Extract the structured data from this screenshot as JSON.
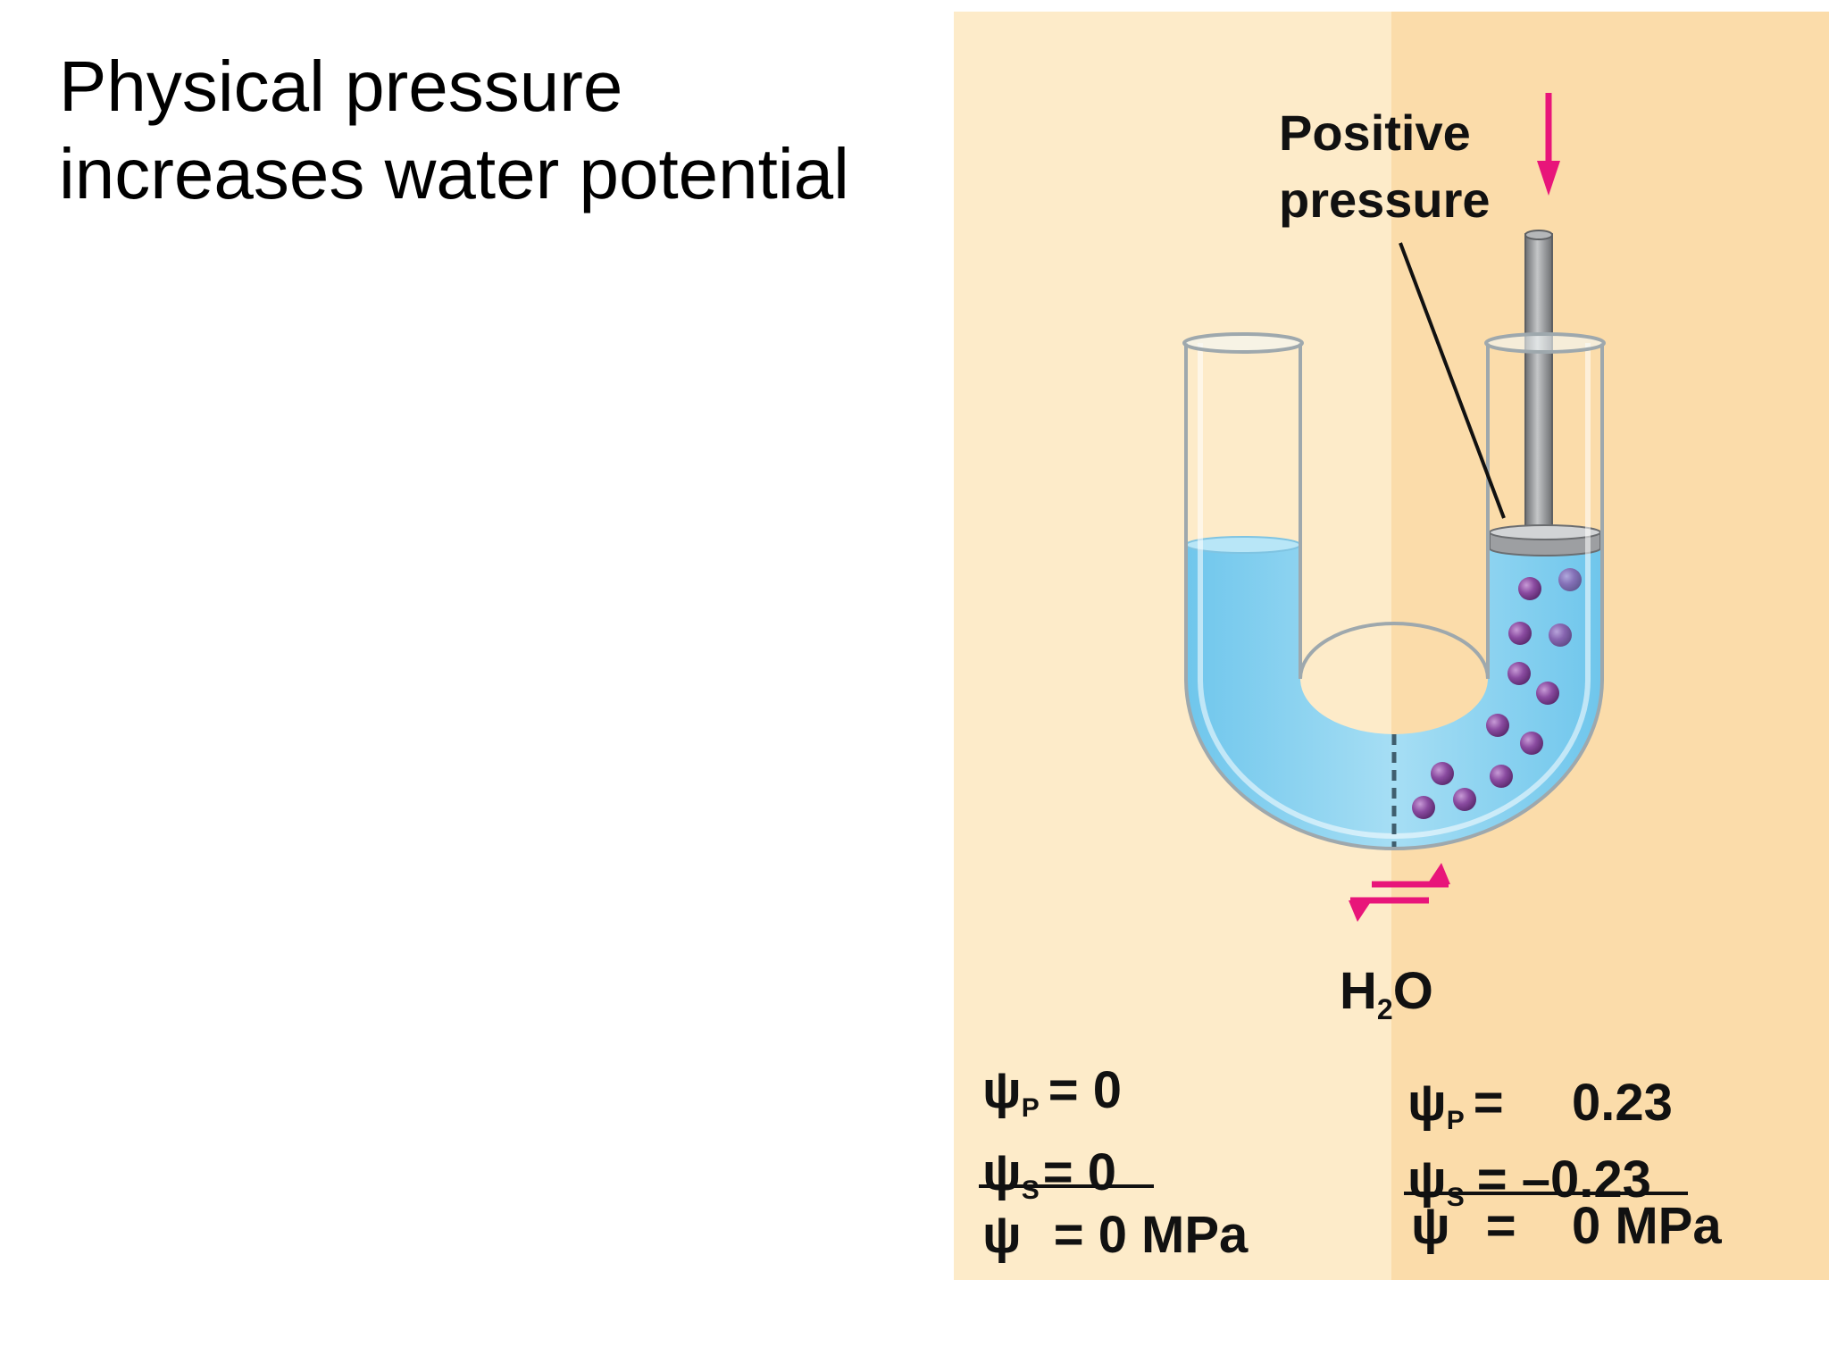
{
  "title": {
    "line1": "Physical pressure",
    "line2": "increases water potential"
  },
  "labels": {
    "positive_pressure_line1": "Positive",
    "positive_pressure_line2": "pressure",
    "water_main": "H",
    "water_sub": "2",
    "water_end": "O"
  },
  "left_side": {
    "psi_symbol": "ψ",
    "psi_p_sub": "P",
    "psi_p_eq": "= 0",
    "psi_s_sub": "S",
    "psi_s_eq": "= 0",
    "psi_total_eq": "=  0 MPa"
  },
  "right_side": {
    "psi_symbol": "ψ",
    "psi_p_sub": "P",
    "psi_p_eq": "=",
    "psi_p_value": "0.23",
    "psi_s_sub": "S",
    "psi_s_eq": "= –0.23",
    "psi_total_eq": "=",
    "psi_total_value": "0 MPa"
  },
  "colors": {
    "left_panel": "#fdebc9",
    "right_panel": "#fbdcaa",
    "water": "#8fd3ef",
    "water_dark": "#5bbde6",
    "solute": "#7a3f8e",
    "arrow": "#e8157a",
    "piston": "#8a8c8e"
  },
  "icons": {
    "pressure_arrow": "arrow-down-icon",
    "water_flow": "equilibrium-arrows-icon"
  }
}
